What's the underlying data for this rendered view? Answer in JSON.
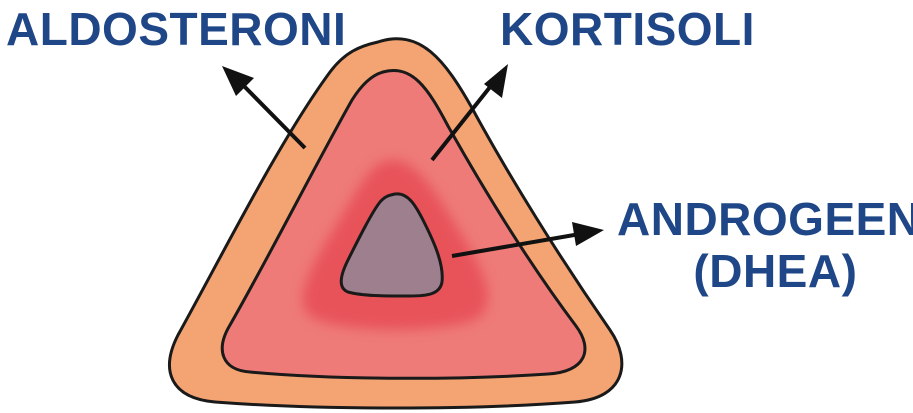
{
  "labels": {
    "aldosteroni": "ALDOSTERONI",
    "kortisoli": "KORTISOLI",
    "androgeeni_line1": "ANDROGEENI",
    "androgeeni_line2": "(DHEA)"
  },
  "colors": {
    "label_text": "#1f4686",
    "outer_layer": "#f4a472",
    "outer_layer_light": "#f7b987",
    "middle_layer": "#ee7b78",
    "inner_glow": "#e8525a",
    "core": "#9e7f8e",
    "outline": "#1a1a1a",
    "arrow": "#111111"
  }
}
